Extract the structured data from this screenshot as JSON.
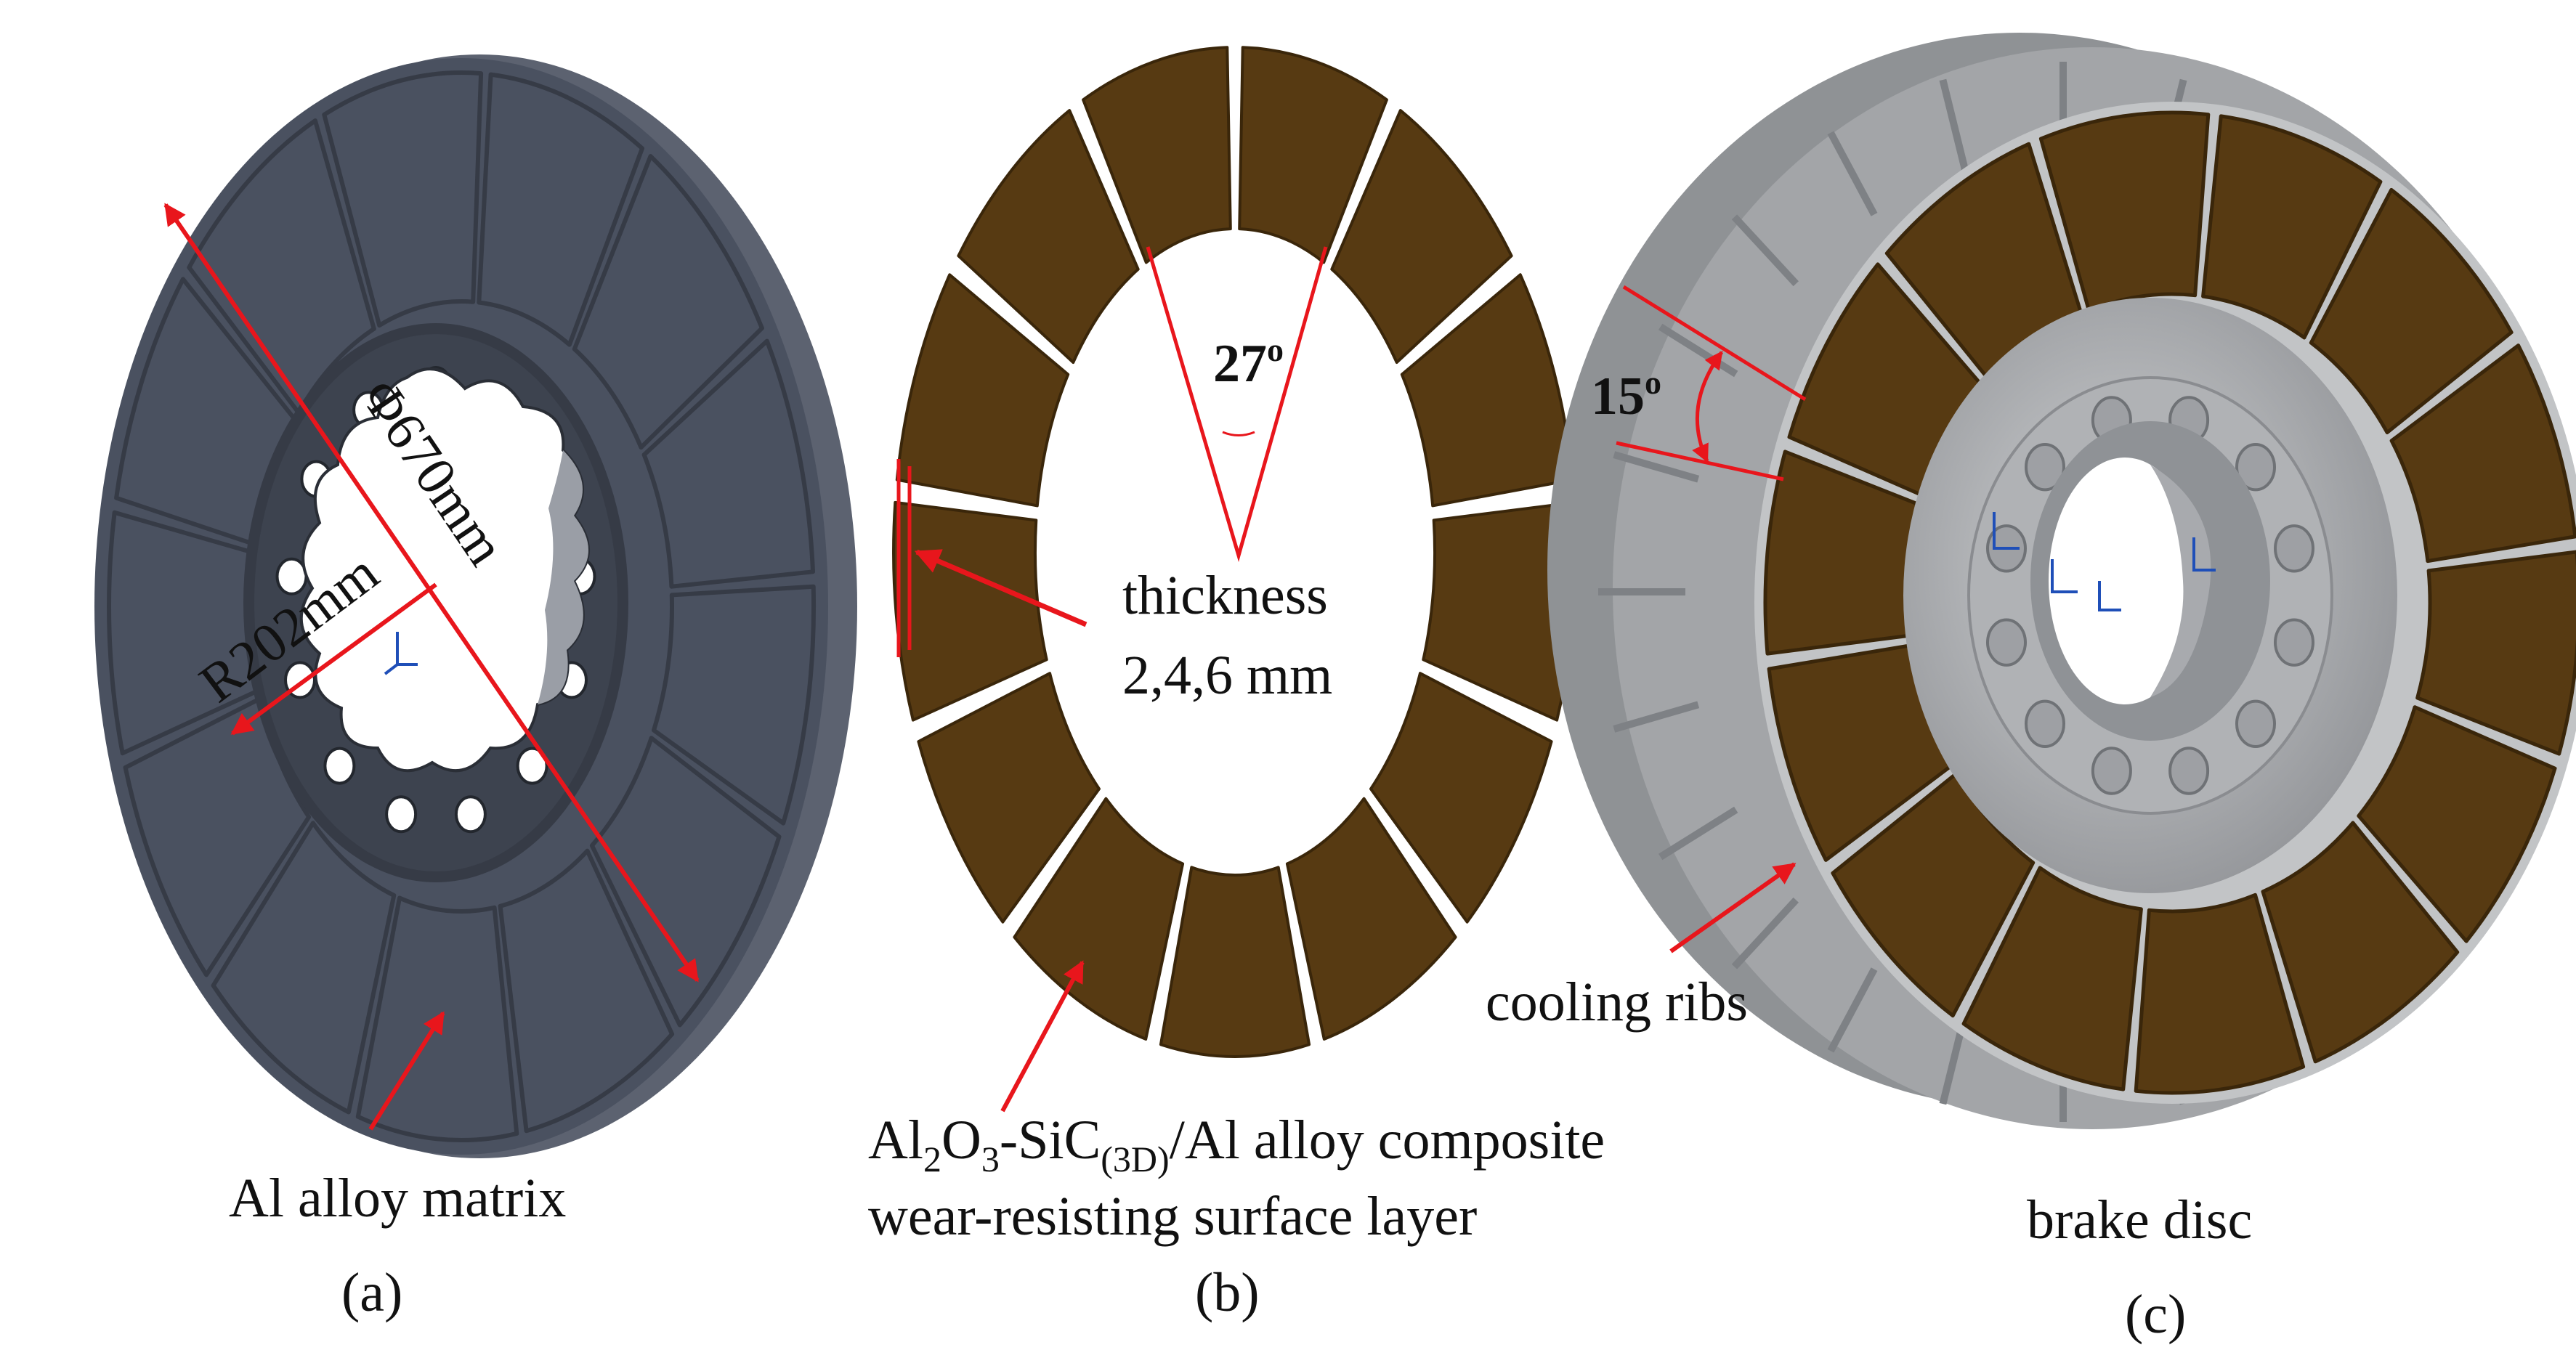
{
  "panels": {
    "a": {
      "caption": "(a)",
      "label": "Al alloy matrix",
      "diameter": "Φ670mm",
      "radius": "R202mm"
    },
    "b": {
      "caption": "(b)",
      "angle": "27",
      "angle_unit": "o",
      "thickness_line1": "thickness",
      "thickness_line2": "2,4,6 mm",
      "composite_prefix": "Al",
      "composite_sub1": "2",
      "composite_mid1": "O",
      "composite_sub2": "3",
      "composite_mid2": "-SiC",
      "composite_sub3": "(3D)",
      "composite_suffix": "/Al alloy composite",
      "layer_label": "wear-resisting surface layer"
    },
    "c": {
      "caption": "(c)",
      "angle": "15",
      "angle_unit": "o",
      "ribs_label": "cooling ribs",
      "disc_label": "brake disc"
    }
  },
  "colors": {
    "matrix": "#4a5160",
    "matrix_dark": "#363b46",
    "tile": "#573a12",
    "tile_edge": "#3a260a",
    "steel": "#a3a5a8",
    "steel_light": "#c7c9cb",
    "annotation": "#e8161c"
  }
}
